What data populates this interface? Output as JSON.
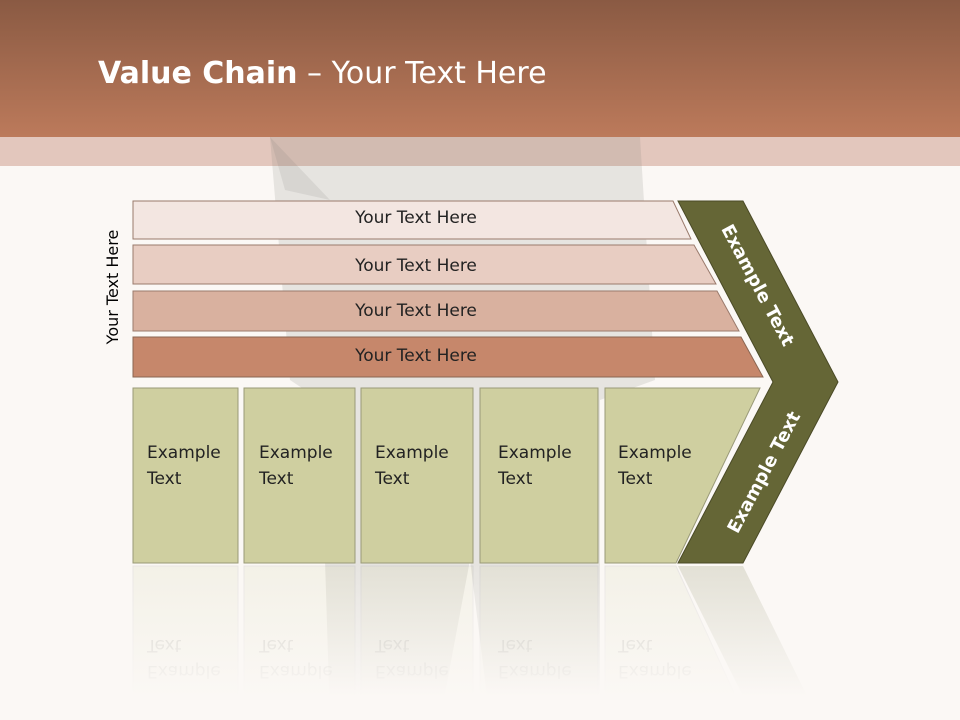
{
  "slide": {
    "title_bold": "Value Chain",
    "title_rest": " – Your Text Here",
    "side_label": "Your Text Here"
  },
  "rows": [
    "Your Text Here",
    "Your Text Here",
    "Your Text Here",
    "Your Text Here"
  ],
  "columns": [
    "Example\nText",
    "Example\nText",
    "Example\nText",
    "Example\nText",
    "Example\nText"
  ],
  "chevron": {
    "upper": "Example Text",
    "lower": "Example Text"
  },
  "colors": {
    "row1": "#f3e6e1",
    "row2": "#e8cdc2",
    "row3": "#d9b19f",
    "row4": "#c6876b",
    "column": "#cfcfa0",
    "chevron": "#656636"
  }
}
